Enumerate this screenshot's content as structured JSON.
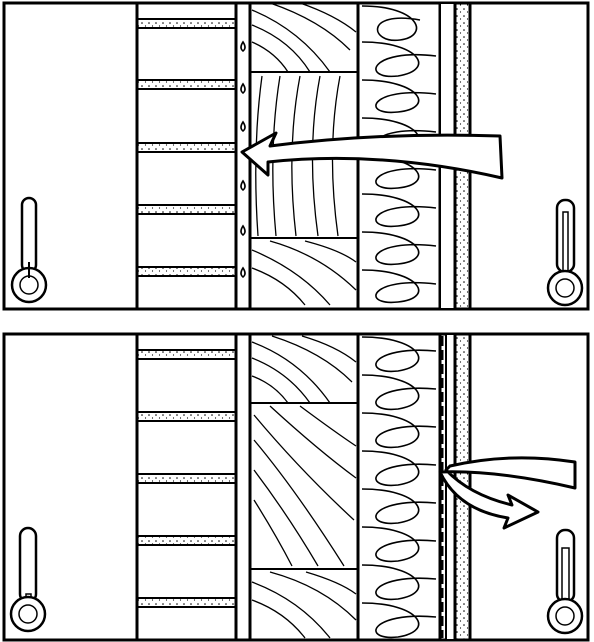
{
  "figure": {
    "panels": [
      {
        "id": "top",
        "shows_condensation": true,
        "arrow": "inward",
        "thermometer_left_level": "low",
        "thermometer_right_level": "high"
      },
      {
        "id": "bottom",
        "shows_condensation": false,
        "arrow": "reflected-outward",
        "thermometer_left_level": "low",
        "thermometer_right_level": "high"
      }
    ],
    "colors": {
      "ink": "#000000",
      "paper": "#ffffff"
    },
    "icons": [
      "thermometer-icon",
      "water-drop-icon",
      "curved-arrow-icon"
    ]
  }
}
